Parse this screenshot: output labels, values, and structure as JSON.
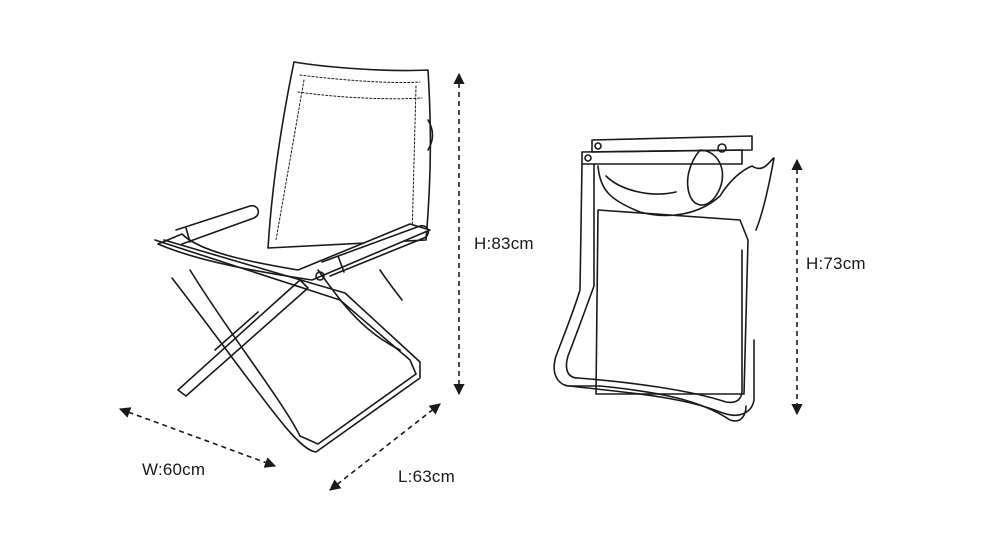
{
  "labels": {
    "height_open": "H:83cm",
    "height_folded": "H:73cm",
    "width": "W:60cm",
    "length": "L:63cm"
  },
  "colors": {
    "line": "#1a1a1a",
    "background": "#ffffff"
  },
  "icons": {
    "open_chair": "folding-chair-open-icon",
    "folded_chair": "folding-chair-folded-icon"
  }
}
